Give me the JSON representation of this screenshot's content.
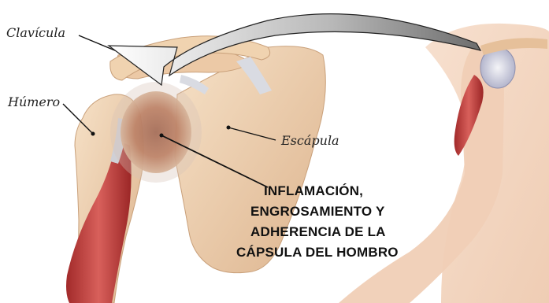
{
  "labels": {
    "clavicle": "Clavícula",
    "humerus": "Húmero",
    "scapula": "Escápula"
  },
  "callout": {
    "lines": [
      "INFLAMACIÓN,",
      "ENGROSAMIENTO Y",
      "ADHERENCIA DE LA",
      "CÁPSULA DEL HOMBRO"
    ]
  },
  "colors": {
    "bone": "#f1d5b6",
    "bone_shadow": "#d9b38e",
    "muscle": "#c0403e",
    "capsule_inflamed": "#a3553a",
    "skin": "#f5d9c4",
    "arrow": "#7a7a7a"
  }
}
